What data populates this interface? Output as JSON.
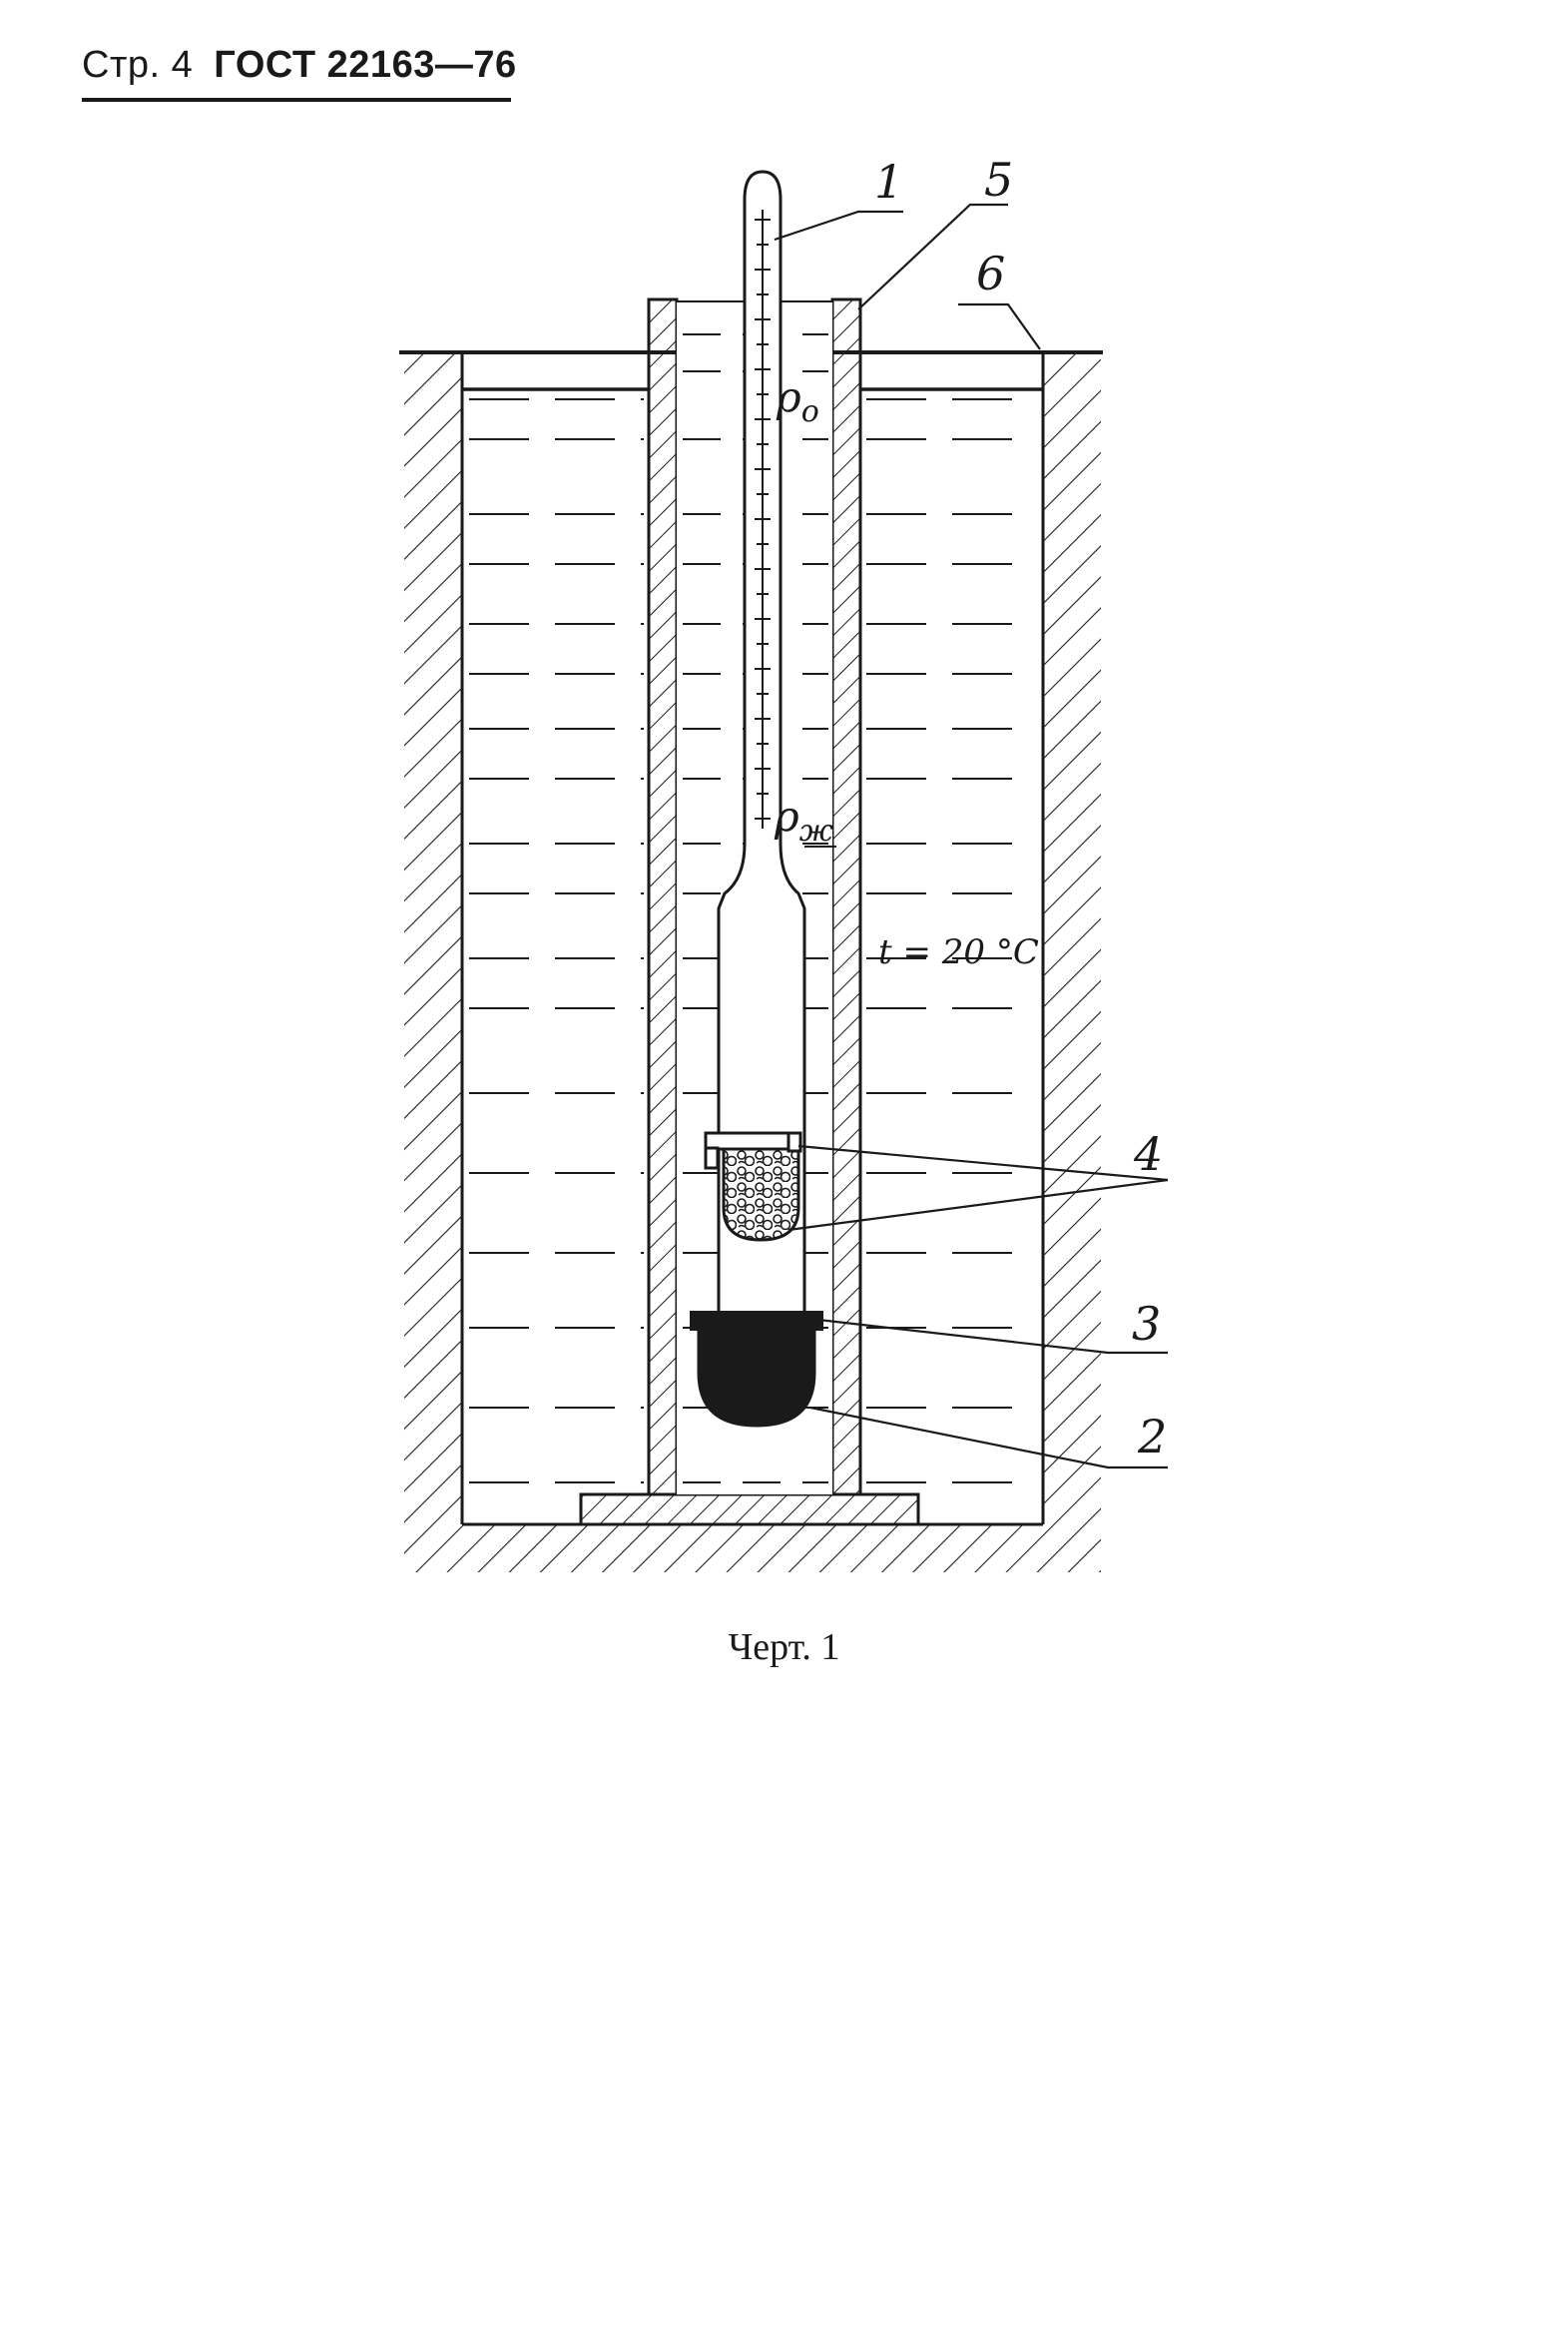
{
  "header": {
    "page_label": "Стр. 4",
    "standard": "ГОСТ 22163—76"
  },
  "figure": {
    "labels": {
      "n1": "1",
      "n2": "2",
      "n3": "3",
      "n4": "4",
      "n5": "5",
      "n6": "6",
      "rho0": "ρ",
      "rho0_sub": "о",
      "rhoz": "ρ",
      "rhoz_sub": "ж",
      "temp": "t = 20 °C"
    }
  },
  "caption": "Черт. 1"
}
